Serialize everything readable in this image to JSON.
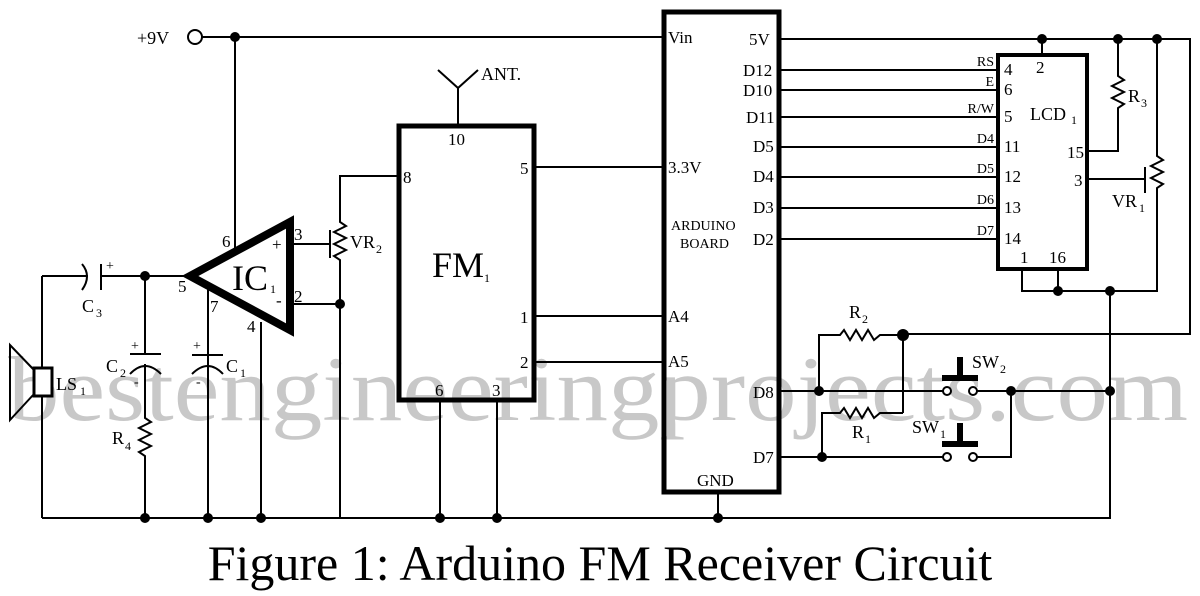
{
  "figure": {
    "title": "Figure 1: Arduino FM Receiver Circuit",
    "watermark": "bestengineeringprojects.com"
  },
  "power": {
    "supply_label": "+9V"
  },
  "ic1": {
    "name": "IC",
    "sub": "1",
    "pins": {
      "p6": "6",
      "p3": "3",
      "p2": "2",
      "p5": "5",
      "p7": "7",
      "p4": "4"
    },
    "plus": "+",
    "minus": "-"
  },
  "vr2": {
    "name": "VR",
    "sub": "2"
  },
  "c3": {
    "name": "C",
    "sub": "3",
    "plus": "+"
  },
  "c2": {
    "name": "C",
    "sub": "2",
    "plus": "+",
    "minus": "-"
  },
  "c1": {
    "name": "C",
    "sub": "1",
    "plus": "+",
    "minus": "-"
  },
  "r4": {
    "name": "R",
    "sub": "4"
  },
  "ls1": {
    "name": "LS",
    "sub": "1"
  },
  "fm1": {
    "name": "FM",
    "sub": "1",
    "antenna": "ANT.",
    "pins": {
      "p10": "10",
      "p8": "8",
      "p5": "5",
      "p1": "1",
      "p2": "2",
      "p6": "6",
      "p3": "3"
    }
  },
  "arduino": {
    "label_line1": "ARDUINO",
    "label_line2": "BOARD",
    "pins": {
      "vin": "Vin",
      "v33": "3.3V",
      "a4": "A4",
      "a5": "A5",
      "gnd": "GND",
      "v5": "5V",
      "d12": "D12",
      "d10": "D10",
      "d11": "D11",
      "d5": "D5",
      "d4": "D4",
      "d3": "D3",
      "d2": "D2",
      "d8": "D8",
      "d7": "D7"
    }
  },
  "lcd1": {
    "name": "LCD",
    "sub": "1",
    "signals": [
      "RS",
      "E",
      "R/W",
      "D4",
      "D5",
      "D6",
      "D7"
    ],
    "pins": {
      "p4": "4",
      "p6": "6",
      "p5": "5",
      "p11": "11",
      "p12": "12",
      "p13": "13",
      "p14": "14",
      "p2": "2",
      "p15": "15",
      "p3": "3",
      "p1": "1",
      "p16": "16"
    }
  },
  "r3": {
    "name": "R",
    "sub": "3"
  },
  "vr1": {
    "name": "VR",
    "sub": "1"
  },
  "r2": {
    "name": "R",
    "sub": "2"
  },
  "r1": {
    "name": "R",
    "sub": "1"
  },
  "sw2": {
    "name": "SW",
    "sub": "2"
  },
  "sw1": {
    "name": "SW",
    "sub": "1"
  }
}
